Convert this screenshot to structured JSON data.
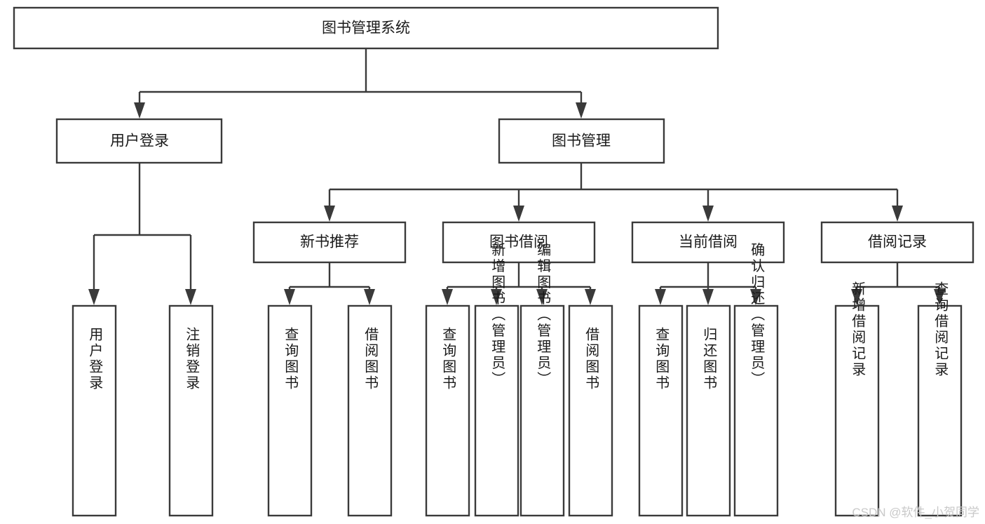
{
  "diagram": {
    "title": "图书管理系统",
    "type": "tree",
    "orientation": "top-down",
    "colors": {
      "box_stroke": "#3a3a3a",
      "box_fill": "#ffffff",
      "text": "#1a1a1a",
      "connector": "#3a3a3a",
      "watermark": "#c9c9c9",
      "background": "#ffffff"
    }
  },
  "root": {
    "label": "图书管理系统"
  },
  "level2": [
    {
      "label": "用户登录"
    },
    {
      "label": "图书管理"
    }
  ],
  "level3": [
    {
      "label": "新书推荐"
    },
    {
      "label": "图书借阅"
    },
    {
      "label": "当前借阅"
    },
    {
      "label": "借阅记录"
    }
  ],
  "leaves": {
    "user_login": [
      {
        "label": "用户登录"
      },
      {
        "label": "注销登录"
      }
    ],
    "new_book_recommend": [
      {
        "label": "查询图书"
      },
      {
        "label": "借阅图书"
      }
    ],
    "book_borrow": [
      {
        "label": "查询图书"
      },
      {
        "label": "新增图书（管理员）"
      },
      {
        "label": "编辑图书（管理员）"
      },
      {
        "label": "借阅图书"
      }
    ],
    "current_borrow": [
      {
        "label": "查询图书"
      },
      {
        "label": "归还图书"
      },
      {
        "label": "确认归还（管理员）"
      }
    ],
    "borrow_record": [
      {
        "label": "新增借阅记录"
      },
      {
        "label": "查询借阅记录"
      }
    ]
  },
  "watermark": {
    "text": "CSDN @软件_小贺同学"
  }
}
